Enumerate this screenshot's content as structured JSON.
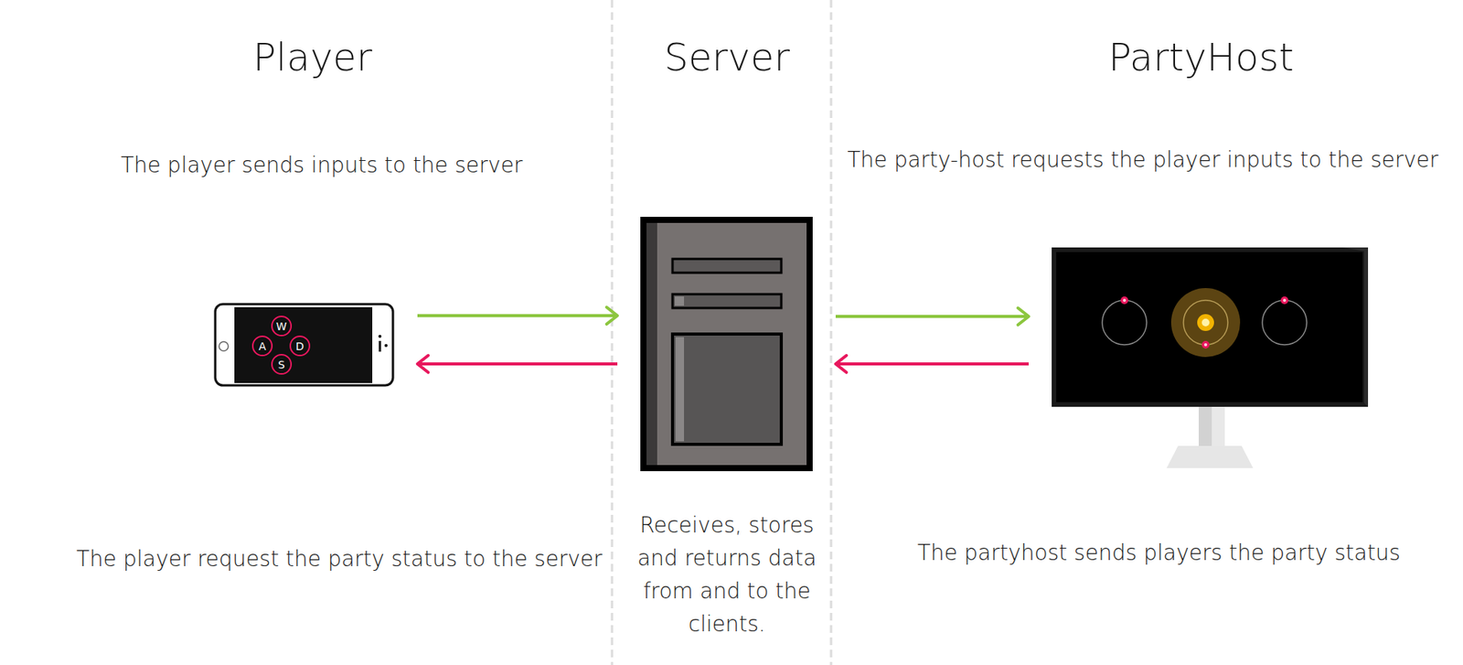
{
  "diagram": {
    "nodes": [
      {
        "text": [
          "Player",
          "The player sends inputs to the server",
          "The player request the party status to the server"
        ]
      },
      {
        "text": [
          "W"
        ],
        "in": 0
      },
      {
        "text": [
          "A"
        ],
        "in": 0
      },
      {
        "text": [
          "D"
        ],
        "in": 0
      },
      {
        "text": [
          "S"
        ],
        "in": 0
      },
      {
        "text": [
          "Server",
          "Receives, stores and returns data from and to the clients."
        ]
      },
      {
        "text": [
          "PartyHost",
          "The party-host requests the player inputs to the server",
          "The partyhost sends players the party status"
        ]
      }
    ],
    "edges": [
      {
        "from": 0,
        "to": 5,
        "arrow": "to"
      },
      {
        "from": 5,
        "to": 0,
        "arrow": "to"
      },
      {
        "from": 5,
        "to": 6,
        "arrow": "to"
      },
      {
        "from": 6,
        "to": 5,
        "arrow": "to"
      }
    ]
  }
}
